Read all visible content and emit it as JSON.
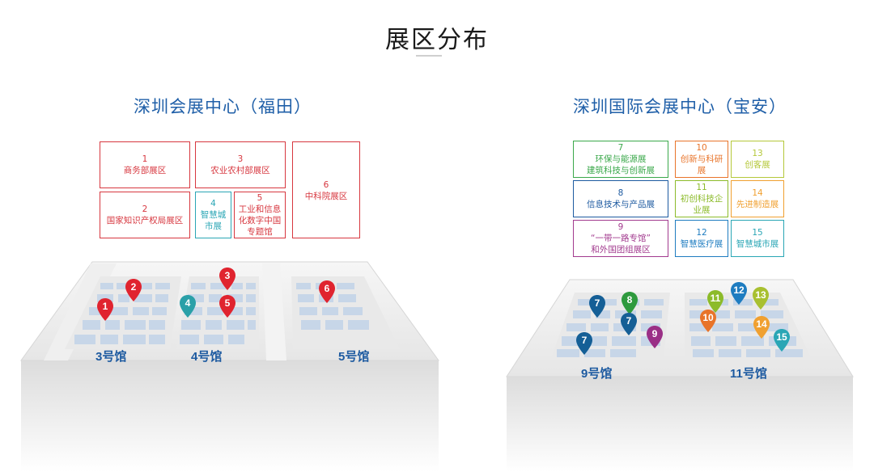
{
  "page": {
    "title": "展区分布"
  },
  "venues": [
    {
      "title": "深圳会展中心（福田）",
      "zones": [
        {
          "num": "1",
          "name": "商务部展区",
          "color": "#d7373f"
        },
        {
          "num": "2",
          "name": "国家知识产权局展区",
          "color": "#d7373f"
        },
        {
          "num": "3",
          "name": "农业农村部展区",
          "color": "#d7373f"
        },
        {
          "num": "4",
          "name": "智慧城\n市展",
          "color": "#2aa6b5"
        },
        {
          "num": "5",
          "name": "工业和信息\n化数字中国\n专题馆",
          "color": "#d7373f"
        },
        {
          "num": "6",
          "name": "中科院展区",
          "color": "#d7373f"
        }
      ],
      "halls": [
        "3号馆",
        "4号馆",
        "5号馆"
      ],
      "pins": [
        {
          "num": "1",
          "color": "#e0242f"
        },
        {
          "num": "2",
          "color": "#e0242f"
        },
        {
          "num": "3",
          "color": "#e0242f"
        },
        {
          "num": "4",
          "color": "#2aa0a8"
        },
        {
          "num": "5",
          "color": "#e0242f"
        },
        {
          "num": "6",
          "color": "#e0242f"
        }
      ]
    },
    {
      "title": "深圳国际会展中心（宝安）",
      "zones": [
        {
          "num": "7",
          "name": "环保与能源展\n建筑科技与创新展",
          "color": "#3aa84a"
        },
        {
          "num": "8",
          "name": "信息技术与产品展",
          "color": "#1d5aa0"
        },
        {
          "num": "9",
          "name": "“一带一路专馆”\n和外国团组展区",
          "color": "#a23a8e"
        },
        {
          "num": "10",
          "name": "创新与科研\n展",
          "color": "#e8742a"
        },
        {
          "num": "11",
          "name": "初创科技企\n业展",
          "color": "#8cbb2a"
        },
        {
          "num": "12",
          "name": "智慧医疗展",
          "color": "#1e7cc0"
        },
        {
          "num": "13",
          "name": "创客展",
          "color": "#b5c83a"
        },
        {
          "num": "14",
          "name": "先进制造展",
          "color": "#f0a030"
        },
        {
          "num": "15",
          "name": "智慧城市展",
          "color": "#2aa6b5"
        }
      ],
      "halls": [
        "9号馆",
        "11号馆"
      ],
      "pins": [
        {
          "num": "7",
          "color": "#155f96"
        },
        {
          "num": "8",
          "color": "#2e9a3e"
        },
        {
          "num": "7",
          "color": "#155f96"
        },
        {
          "num": "9",
          "color": "#9a2f86"
        },
        {
          "num": "7",
          "color": "#155f96"
        },
        {
          "num": "11",
          "color": "#8cbb2a"
        },
        {
          "num": "12",
          "color": "#1e7cc0"
        },
        {
          "num": "13",
          "color": "#a8c030"
        },
        {
          "num": "10",
          "color": "#e8742a"
        },
        {
          "num": "14",
          "color": "#f0a030"
        },
        {
          "num": "15",
          "color": "#2aa6b5"
        }
      ]
    }
  ]
}
